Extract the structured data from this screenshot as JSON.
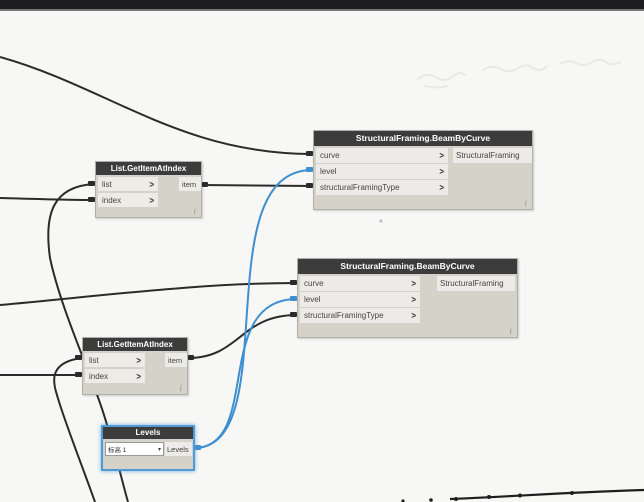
{
  "app": {
    "type": "dynamo-node-graph-canvas",
    "background": "#f7f7f5",
    "top_bar_color": "#1d1d1f"
  },
  "colors": {
    "node_header": "#3c3c3c",
    "node_body": "#d5d2c9",
    "port_row": "#edebe8",
    "wire_black": "#2b2b2b",
    "wire_blue": "#3f8fd0",
    "selection_blue": "#4d9ad6"
  },
  "icons": {
    "port_chevron": ">",
    "dropdown_caret": "▾",
    "info": "i"
  },
  "nodes": {
    "beam1": {
      "title": "StructuralFraming.BeamByCurve",
      "inputs": [
        "curve",
        "level",
        "structuralFramingType"
      ],
      "output": "StructuralFraming"
    },
    "beam2": {
      "title": "StructuralFraming.BeamByCurve",
      "inputs": [
        "curve",
        "level",
        "structuralFramingType"
      ],
      "output": "StructuralFraming"
    },
    "list1": {
      "title": "List.GetItemAtIndex",
      "inputs": [
        "list",
        "index"
      ],
      "output": "item"
    },
    "list2": {
      "title": "List.GetItemAtIndex",
      "inputs": [
        "list",
        "index"
      ],
      "output": "item"
    },
    "levels": {
      "title": "Levels",
      "dropdown_value": "标高 1",
      "output": "Levels",
      "selected": true
    }
  },
  "connections": [
    {
      "from": "off-canvas-left",
      "to": "beam1.curve",
      "color": "black"
    },
    {
      "from": "levels.Levels",
      "to": "beam1.level",
      "color": "blue"
    },
    {
      "from": "list1.item",
      "to": "beam1.structuralFramingType",
      "color": "black"
    },
    {
      "from": "off-canvas-bottom",
      "to": "list1.list",
      "color": "black"
    },
    {
      "from": "off-canvas-left",
      "to": "list1.index",
      "color": "black"
    },
    {
      "from": "off-canvas-left",
      "to": "beam2.curve",
      "color": "black"
    },
    {
      "from": "levels.Levels",
      "to": "beam2.level",
      "color": "blue"
    },
    {
      "from": "list2.item",
      "to": "beam2.structuralFramingType",
      "color": "black"
    },
    {
      "from": "off-canvas-bottom",
      "to": "list2.list",
      "color": "black"
    },
    {
      "from": "off-canvas-left",
      "to": "list2.index",
      "color": "black"
    },
    {
      "from": "off-canvas-bottom-right-dotted",
      "to": "off-canvas-right",
      "color": "black"
    }
  ]
}
